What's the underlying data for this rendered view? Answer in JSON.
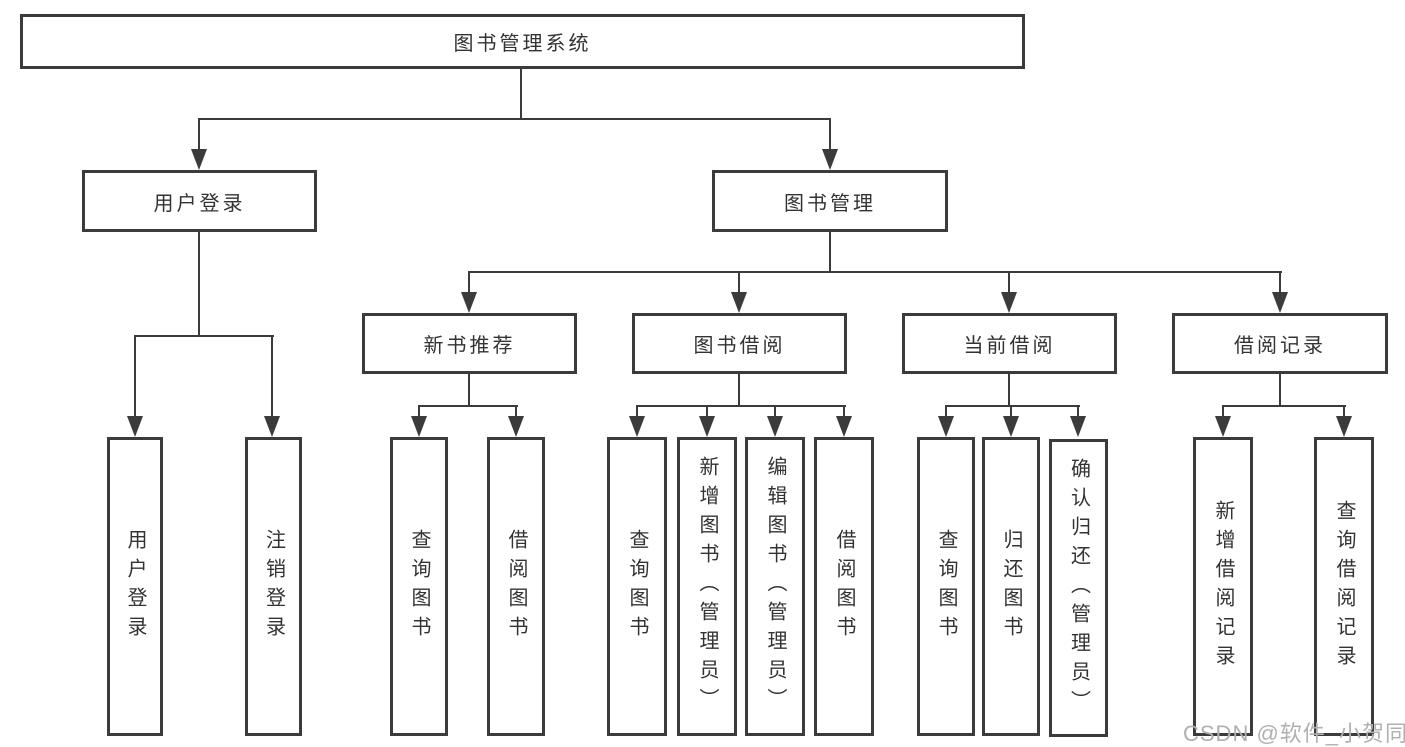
{
  "diagram": {
    "title": "图书管理系统",
    "watermark": "CSDN @软件_小贺同学",
    "colors": {
      "line": "#3b3b3b",
      "text": "#333333",
      "background": "#ffffff",
      "watermark": "#b0b0b0"
    },
    "nodes": {
      "root": {
        "label": "图书管理系统"
      },
      "user_login": {
        "label": "用户登录"
      },
      "book_mgmt": {
        "label": "图书管理"
      },
      "new_book_rec": {
        "label": "新书推荐"
      },
      "book_borrow": {
        "label": "图书借阅"
      },
      "current_borrow": {
        "label": "当前借阅"
      },
      "borrow_records": {
        "label": "借阅记录"
      },
      "leaf_user_login": {
        "label": "用户登录"
      },
      "leaf_logout": {
        "label": "注销登录"
      },
      "leaf_rec_query_book": {
        "label": "查询图书"
      },
      "leaf_rec_borrow_book": {
        "label": "借阅图书"
      },
      "leaf_bb_query_book": {
        "label": "查询图书"
      },
      "leaf_bb_add_book": {
        "label": "新增图书（管理员）"
      },
      "leaf_bb_edit_book": {
        "label": "编辑图书（管理员）"
      },
      "leaf_bb_borrow_book": {
        "label": "借阅图书"
      },
      "leaf_cb_query_book": {
        "label": "查询图书"
      },
      "leaf_cb_return_book": {
        "label": "归还图书"
      },
      "leaf_cb_confirm_return": {
        "label": "确认归还（管理员）"
      },
      "leaf_br_add_record": {
        "label": "新增借阅记录"
      },
      "leaf_br_query_record": {
        "label": "查询借阅记录"
      }
    },
    "hierarchy": {
      "图书管理系统": {
        "用户登录": [
          "用户登录",
          "注销登录"
        ],
        "图书管理": {
          "新书推荐": [
            "查询图书",
            "借阅图书"
          ],
          "图书借阅": [
            "查询图书",
            "新增图书（管理员）",
            "编辑图书（管理员）",
            "借阅图书"
          ],
          "当前借阅": [
            "查询图书",
            "归还图书",
            "确认归还（管理员）"
          ],
          "借阅记录": [
            "新增借阅记录",
            "查询借阅记录"
          ]
        }
      }
    }
  }
}
